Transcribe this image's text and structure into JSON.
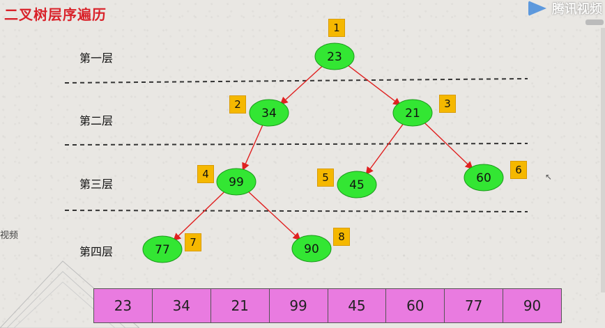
{
  "title": "二叉树层序遍历",
  "logo_text": "腾讯视频",
  "side_text": "视频",
  "levels": [
    "第一层",
    "第二层",
    "第三层",
    "第四层"
  ],
  "nodes": [
    {
      "value": "23",
      "order": "1"
    },
    {
      "value": "34",
      "order": "2"
    },
    {
      "value": "21",
      "order": "3"
    },
    {
      "value": "99",
      "order": "4"
    },
    {
      "value": "45",
      "order": "5"
    },
    {
      "value": "60",
      "order": "6"
    },
    {
      "value": "77",
      "order": "7"
    },
    {
      "value": "90",
      "order": "8"
    }
  ],
  "edges": [
    [
      "23",
      "34"
    ],
    [
      "23",
      "21"
    ],
    [
      "34",
      "99"
    ],
    [
      "21",
      "45"
    ],
    [
      "21",
      "60"
    ],
    [
      "99",
      "77"
    ],
    [
      "99",
      "90"
    ]
  ],
  "traversal": [
    "23",
    "34",
    "21",
    "99",
    "45",
    "60",
    "77",
    "90"
  ],
  "colors": {
    "node_fill": "#33e633",
    "edge": "#e02020",
    "badge": "#f5b800",
    "array_fill": "#e97be0",
    "title": "#d9222a"
  }
}
